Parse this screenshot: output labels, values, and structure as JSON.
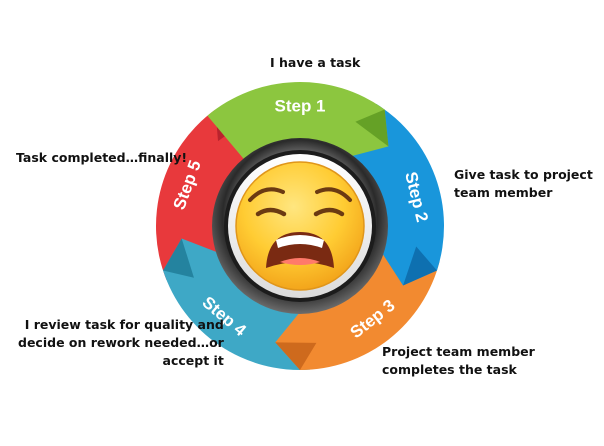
{
  "steps": [
    {
      "label": "Step 1",
      "color": "#8cc63f",
      "dark": "#5e9a22",
      "caption": [
        "I have a task"
      ]
    },
    {
      "label": "Step 2",
      "color": "#1996db",
      "dark": "#0d6aa8",
      "caption": [
        "Give task to project",
        "team member"
      ]
    },
    {
      "label": "Step 3",
      "color": "#f28a30",
      "dark": "#c8641a",
      "caption": [
        "Project team member",
        "completes the task"
      ]
    },
    {
      "label": "Step 4",
      "color": "#3ea8c6",
      "dark": "#207d98",
      "caption": [
        "I review task for quality and",
        "decide on rework needed…or",
        "accept it"
      ]
    },
    {
      "label": "Step 5",
      "color": "#e8393c",
      "dark": "#b0202a",
      "caption": [
        "Task completed…finally!"
      ]
    }
  ],
  "center_icon": "weary-face-emoji-icon"
}
